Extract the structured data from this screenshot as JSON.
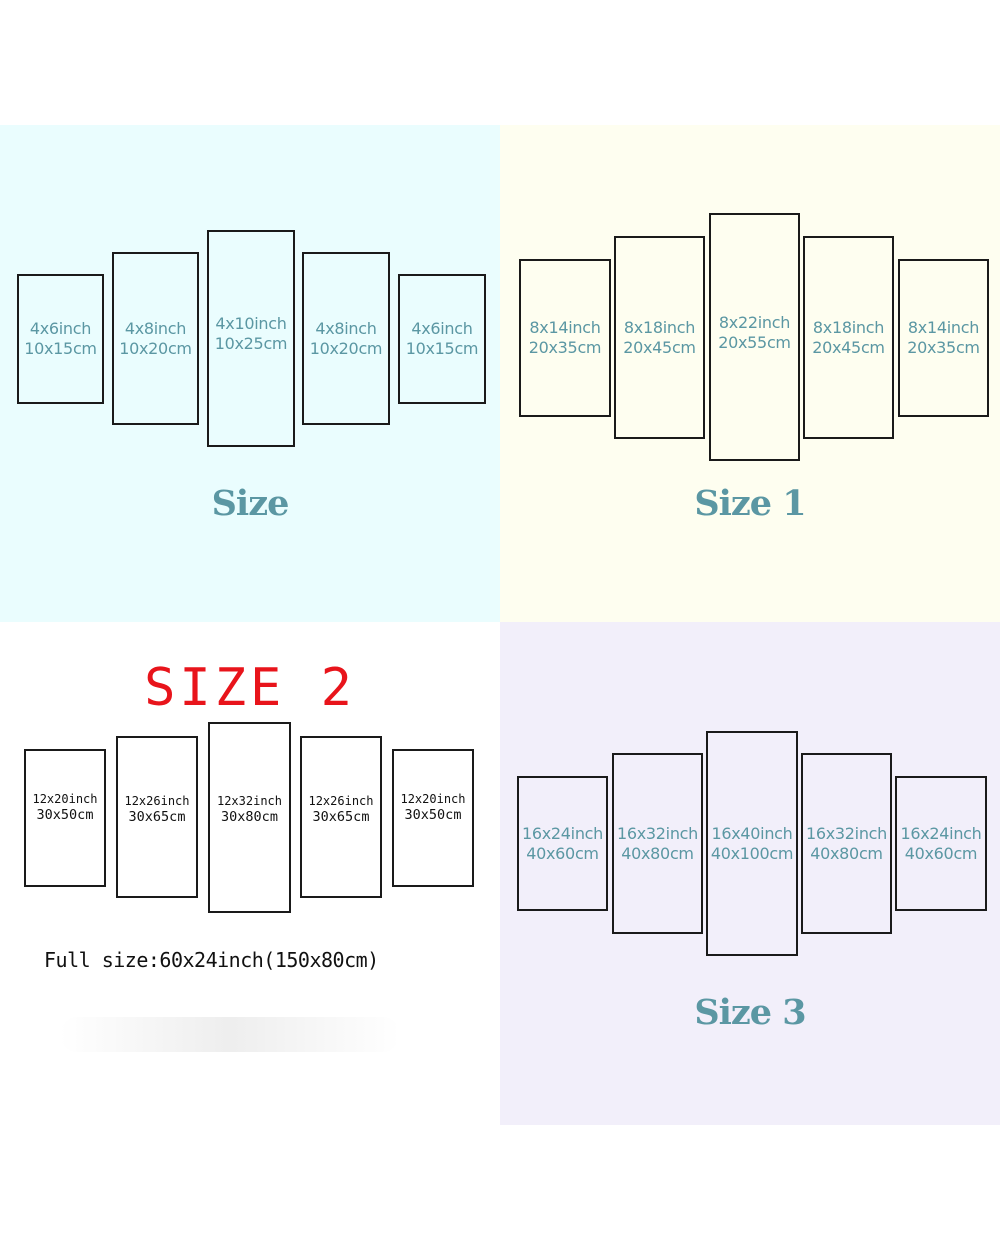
{
  "colors": {
    "q1_bg": "#eafdfe",
    "q2_bg": "#fefef0",
    "q3_bg": "#ffffff",
    "q4_bg": "#f2effa",
    "label_teal": "#5b97a3",
    "title_red": "#e8141b",
    "frame": "#1a1a1a"
  },
  "size": {
    "title": "Size",
    "panels": [
      {
        "inch": "4x6inch",
        "cm": "10x15cm"
      },
      {
        "inch": "4x8inch",
        "cm": "10x20cm"
      },
      {
        "inch": "4x10inch",
        "cm": "10x25cm"
      },
      {
        "inch": "4x8inch",
        "cm": "10x20cm"
      },
      {
        "inch": "4x6inch",
        "cm": "10x15cm"
      }
    ]
  },
  "size1": {
    "title": "Size 1",
    "panels": [
      {
        "inch": "8x14inch",
        "cm": "20x35cm"
      },
      {
        "inch": "8x18inch",
        "cm": "20x45cm"
      },
      {
        "inch": "8x22inch",
        "cm": "20x55cm"
      },
      {
        "inch": "8x18inch",
        "cm": "20x45cm"
      },
      {
        "inch": "8x14inch",
        "cm": "20x35cm"
      }
    ]
  },
  "size2": {
    "title": "SIZE 2",
    "full_size": "Full size:60x24inch(150x80cm)",
    "panels": [
      {
        "inch": "12x20inch",
        "cm": "30x50cm"
      },
      {
        "inch": "12x26inch",
        "cm": "30x65cm"
      },
      {
        "inch": "12x32inch",
        "cm": "30x80cm"
      },
      {
        "inch": "12x26inch",
        "cm": "30x65cm"
      },
      {
        "inch": "12x20inch",
        "cm": "30x50cm"
      }
    ]
  },
  "size3": {
    "title": "Size 3",
    "panels": [
      {
        "inch": "16x24inch",
        "cm": "40x60cm"
      },
      {
        "inch": "16x32inch",
        "cm": "40x80cm"
      },
      {
        "inch": "16x40inch",
        "cm": "40x100cm"
      },
      {
        "inch": "16x32inch",
        "cm": "40x80cm"
      },
      {
        "inch": "16x24inch",
        "cm": "40x60cm"
      }
    ]
  }
}
